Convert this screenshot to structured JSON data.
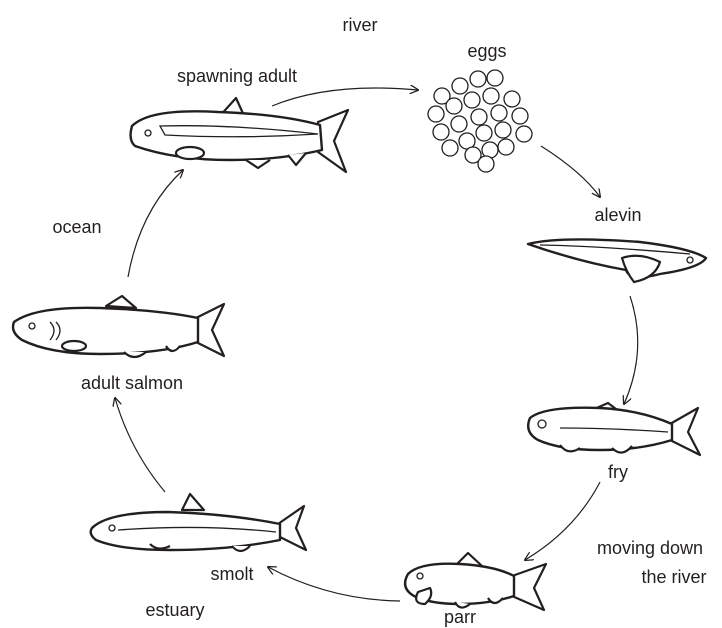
{
  "title": "",
  "stages": [
    {
      "id": "eggs",
      "label": "eggs"
    },
    {
      "id": "alevin",
      "label": "alevin"
    },
    {
      "id": "fry",
      "label": "fry"
    },
    {
      "id": "parr",
      "label": "parr"
    },
    {
      "id": "smolt",
      "label": "smolt"
    },
    {
      "id": "adult-salmon",
      "label": "adult salmon"
    },
    {
      "id": "spawning-adult",
      "label": "spawning adult"
    }
  ],
  "habitats": {
    "river": "river",
    "moving_down_line1": "moving down",
    "moving_down_line2": "the river",
    "estuary": "estuary",
    "ocean": "ocean"
  },
  "colors": {
    "ink": "#231f20",
    "background": "#ffffff"
  }
}
